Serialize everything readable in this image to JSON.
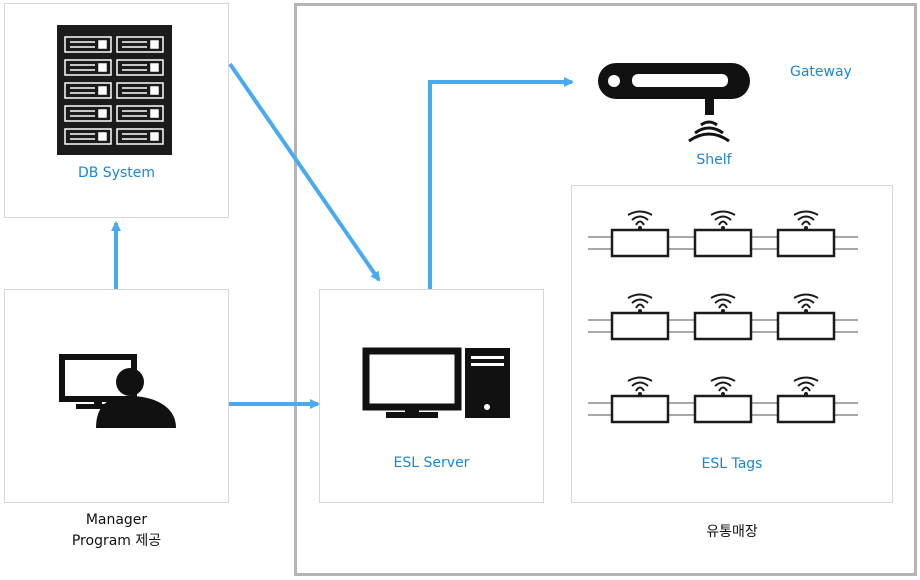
{
  "nodes": {
    "db_system": "DB System",
    "manager_line1": "Manager",
    "manager_line2": "Program 제공",
    "esl_server": "ESL Server",
    "gateway": "Gateway",
    "shelf": "Shelf",
    "esl_tags": "ESL Tags",
    "store": "유통매장"
  },
  "colors": {
    "arrow": "#4aaaf0",
    "label": "#1a86d6",
    "icon": "#111111",
    "rail": "#8c8c8c"
  },
  "tag_grid": {
    "rows": 3,
    "cols": 3
  }
}
